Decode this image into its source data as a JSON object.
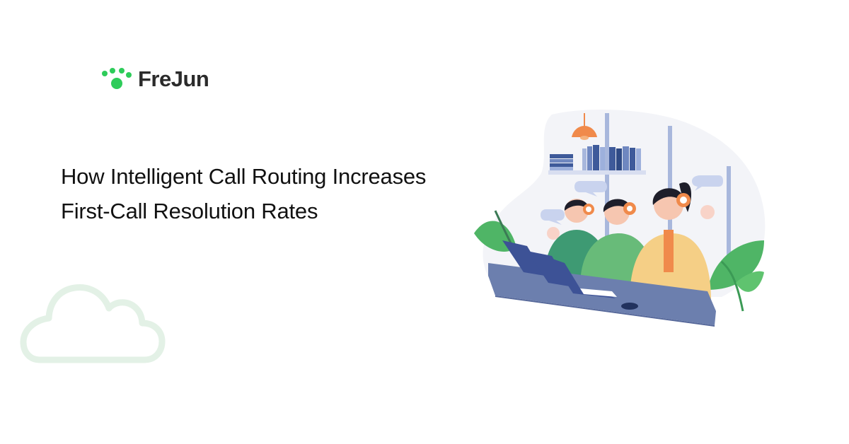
{
  "brand": {
    "name": "FreJun",
    "logo_icon": "paw-dots-icon",
    "accent_color": "#2ecc5a",
    "text_color": "#2b2b2b"
  },
  "headline": {
    "line1": "How Intelligent Call Routing Increases",
    "line2": "First-Call Resolution Rates"
  },
  "decorations": {
    "cloud_icon": "cloud-outline-icon",
    "cloud_color": "#e3f1e6"
  },
  "illustration": {
    "subject": "call-center-agents-with-headsets",
    "palette": {
      "desk": "#6c7fae",
      "laptop": "#3d5296",
      "agent_green": "#3e9a73",
      "agent_light_green": "#68bb79",
      "agent_yellow": "#f5cf86",
      "headset_orange": "#f08a4b",
      "plant": "#4fb566",
      "bookshelf_blue": "#3e5a9a",
      "background_blob": "#f3f4f8"
    }
  }
}
